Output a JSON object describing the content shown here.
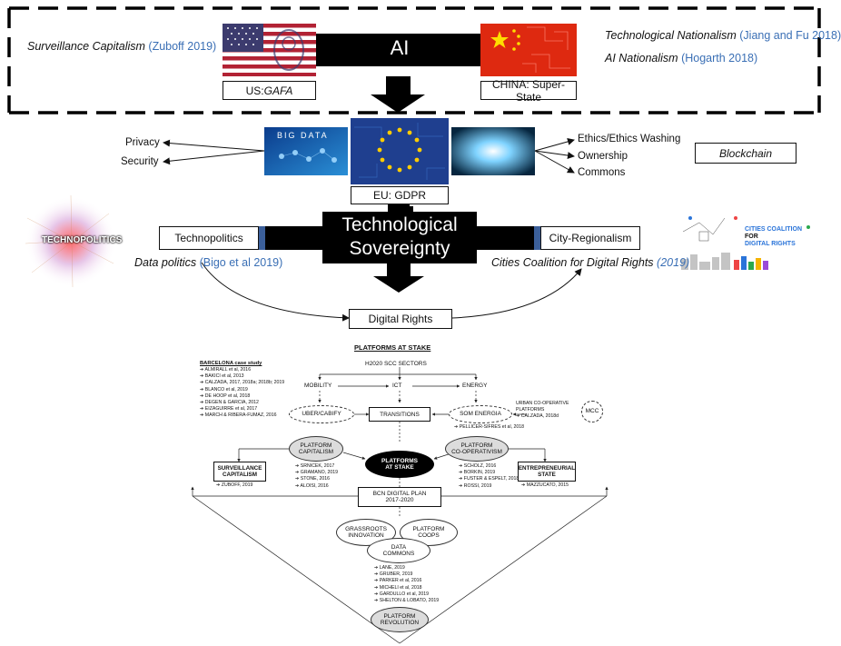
{
  "top": {
    "left_note": "Surveillance Capitalism",
    "left_cite": "(Zuboff 2019)",
    "ai_label": "AI",
    "us_label": "US: ",
    "us_label_em": "GAFA",
    "china_label": "CHINA: Super-State",
    "right_note1": "Technological Nationalism",
    "right_cite1": "(Jiang and Fu 2018)",
    "right_note2": "AI Nationalism",
    "right_cite2": "(Hogarth 2018)"
  },
  "eu": {
    "bigdata_text": "BIG DATA",
    "left_items": [
      "Privacy",
      "Security"
    ],
    "right_items": [
      "Ethics/Ethics Washing",
      "Ownership",
      "Commons"
    ],
    "label": "EU: GDPR",
    "blockchain": "Blockchain"
  },
  "sovereignty": {
    "technopolitics_logo": "TECHNOPOLITICS",
    "technopolitics_box": "Technopolitics",
    "center_line1": "Technological",
    "center_line2": "Sovereignty",
    "city_box": "City-Regionalism",
    "data_politics": "Data politics",
    "data_politics_cite": "(Bigo et al 2019)",
    "cities_coalition": "Cities Coalition for Digital Rights",
    "cities_coalition_cite": "(2019)",
    "cities_logo_line1": "CITIES COALITION",
    "cities_logo_line2": "FOR",
    "cities_logo_line3": "DIGITAL RIGHTS",
    "digital_rights": "Digital Rights"
  },
  "platforms": {
    "title": "PLATFORMS AT STAKE",
    "case_title": "BARCELONA case study",
    "case_refs": [
      "ALMIRALL et al, 2016",
      "BAKICI et al, 2013",
      "CALZADA, 2017, 2018a; 2018b; 2019",
      "BLANCO et al, 2019",
      "DE HOOP et al, 2018",
      "DEGEN & GARCIA, 2012",
      "EIZAGUIRRE et al, 2017",
      "MARCH & RIBERA-FUMAZ, 2016"
    ],
    "h2020": "H2020 SCC SECTORS",
    "mobility": "MOBILITY",
    "ict": "ICT",
    "energy": "ENERGY",
    "uber": "UBER/CABIFY",
    "transitions": "TRANSITIONS",
    "som": "SOM ENERGIA",
    "pellicer": "PELLICER-SIFRES et al, 2018",
    "urban_coop1": "URBAN CO-OPERATIVE",
    "urban_coop2": "PLATFORMS",
    "calzada_d": "CALZADA, 2018d",
    "mcc": "MCC",
    "platform_capitalism1": "PLATFORM",
    "platform_capitalism2": "CAPITALISM",
    "platform_coop1": "PLATFORM",
    "platform_coop2": "CO-OPERATIVISM",
    "at_stake1": "PLATFORMS",
    "at_stake2": "AT STAKE",
    "surveillance1": "SURVEILLANCE",
    "surveillance2": "CAPITALISM",
    "zuboff": "ZUBOFF, 2019",
    "cap_refs": [
      "SRNICEK, 2017",
      "GRAMANO, 2019",
      "STONE, 2016",
      "ALOISI, 2016"
    ],
    "coop_refs": [
      "SCHOLZ, 2016",
      "BORKIN, 2019",
      "FUSTER & ESPELT, 2018",
      "ROSSI, 2019"
    ],
    "entre1": "ENTREPRENEURIAL",
    "entre2": "STATE",
    "mazzucato": "MAZZUCATO, 2015",
    "bcn1": "BCN DIGITAL PLAN",
    "bcn2": "2017-2020",
    "grassroots1": "GRASSROOTS",
    "grassroots2": "INNOVATION",
    "coops1": "PLATFORM",
    "coops2": "COOPS",
    "data1": "DATA",
    "data2": "COMMONS",
    "commons_refs": [
      "LANE, 2019",
      "GRUBER, 2019",
      "PARKER et al, 2016",
      "MICHELI et al, 2018",
      "GARDULLO et al, 2019",
      "SHELTON & LOBATO, 2019"
    ],
    "revolution1": "PLATFORM",
    "revolution2": "REVOLUTION"
  },
  "colors": {
    "accent_blue": "#3a6fb5",
    "eu_blue": "#1f3f8f",
    "black": "#000000",
    "usa_red": "#b22234",
    "china_red": "#de2910"
  }
}
